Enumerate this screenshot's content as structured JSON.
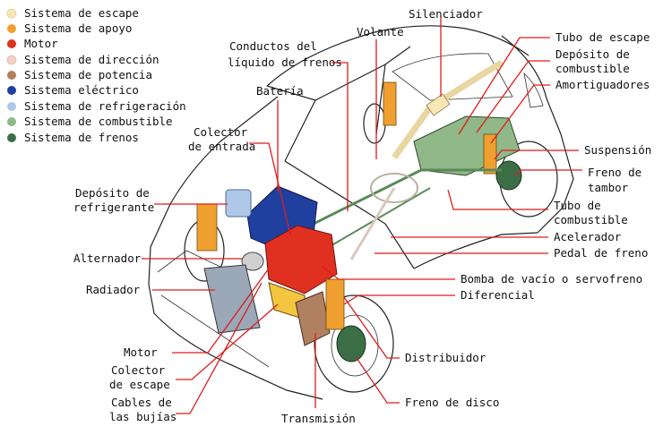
{
  "legend": [
    {
      "text": "Sistema de escape",
      "color": "#f8e6b4"
    },
    {
      "text": "Sistema de apoyo",
      "color": "#f0a030"
    },
    {
      "text": "Motor",
      "color": "#e03020"
    },
    {
      "text": "Sistema de dirección",
      "color": "#f2d2c6"
    },
    {
      "text": "Sistema de potencia",
      "color": "#b08060"
    },
    {
      "text": "Sistema eléctrico",
      "color": "#2040a0"
    },
    {
      "text": "Sistema de refrigeración",
      "color": "#b0c8e8"
    },
    {
      "text": "Sistema de combustible",
      "color": "#90b888"
    },
    {
      "text": "Sistema de frenos",
      "color": "#3c6e46"
    }
  ],
  "labels": {
    "silenciador": "Silenciador",
    "volante": "Volante",
    "conductos_1": "Conductos del",
    "conductos_2": "líquido de frenos",
    "tubo_escape": "Tubo de escape",
    "deposito_comb_1": "Depósito de",
    "deposito_comb_2": "combustible",
    "amortiguadores": "Amortiguadores",
    "bateria": "Batería",
    "colector_entrada_1": "Colector",
    "colector_entrada_2": "de entrada",
    "suspension": "Suspensión",
    "freno_tambor_1": "Freno de",
    "freno_tambor_2": "tambor",
    "deposito_refr_1": "Depósito de",
    "deposito_refr_2": "refrigerante",
    "tubo_comb_1": "Tubo de",
    "tubo_comb_2": "combustible",
    "acelerador": "Acelerador",
    "pedal_freno": "Pedal de freno",
    "alternador": "Alternador",
    "bomba": "Bomba de vacío o servofreno",
    "radiador": "Radiador",
    "diferencial": "Diferencial",
    "motor": "Motor",
    "distribuidor": "Distribuidor",
    "colector_escape_1": "Colector",
    "colector_escape_2": "de escape",
    "cables_1": "Cables de",
    "cables_2": "las bujías",
    "freno_disco": "Freno de disco",
    "transmision": "Transmisión"
  }
}
